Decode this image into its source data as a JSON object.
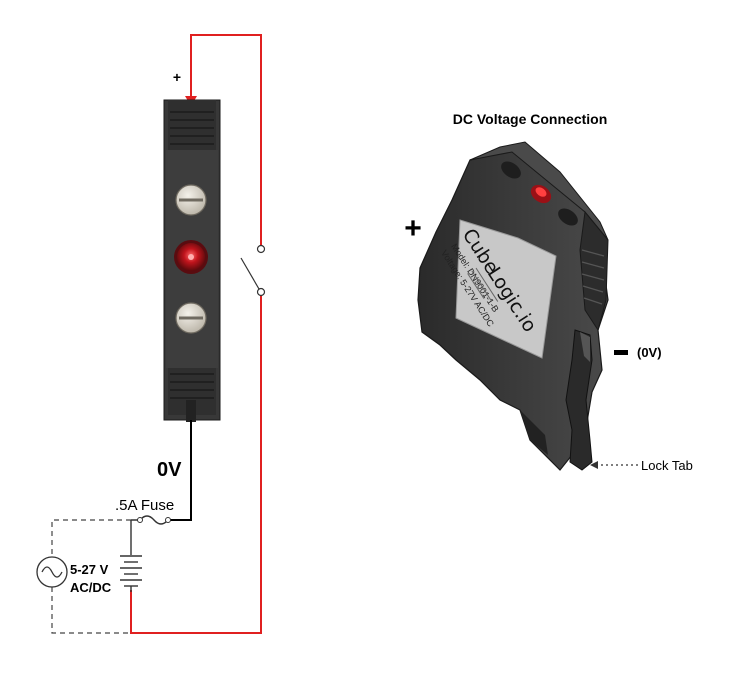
{
  "diagram": {
    "title": "DC Voltage Connection",
    "labels": {
      "plus_left": "+",
      "plus_right": "+",
      "minus_right": "-",
      "zero_v_paren": "(0V)",
      "zero_v": "0V",
      "fuse": ".5A Fuse",
      "supply_voltage": "5-27 V",
      "supply_type": "AC/DC",
      "lock_tab": "Lock Tab"
    },
    "device_label": {
      "brand_left": "Cube",
      "brand_right": "Logic.io",
      "model_line": "Model: DN9001-1-B",
      "voltage_line": "Voltage: 5-27V AC/DC"
    },
    "colors": {
      "positive_wire": "#e02020",
      "negative_wire": "#000000",
      "dashed_wire": "#444444",
      "module_body": "#3a3a3a",
      "led": "#c0141c"
    },
    "icons": [
      "ac-source-icon",
      "battery-icon",
      "fuse-icon",
      "switch-icon",
      "led-icon",
      "screw-icon",
      "arrow-icon"
    ]
  }
}
